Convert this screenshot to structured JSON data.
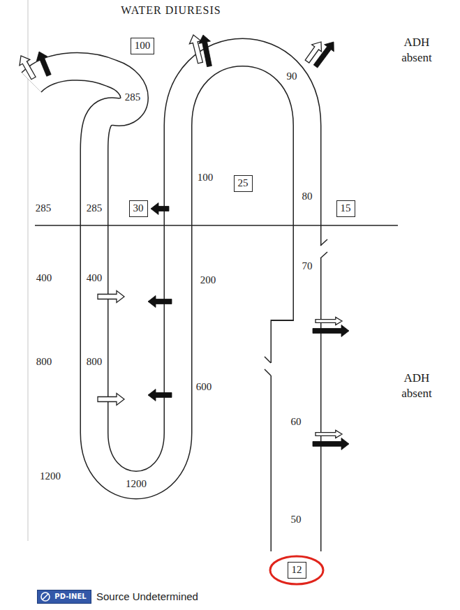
{
  "diagram": {
    "title": "WATER DIURESIS",
    "nodes": [
      {
        "text": [
          "100"
        ]
      },
      {
        "text": [
          "30"
        ]
      },
      {
        "text": [
          "25"
        ]
      },
      {
        "text": [
          "15"
        ]
      },
      {
        "text": [
          "12"
        ]
      },
      {
        "text": [
          "PD-INEL"
        ]
      }
    ],
    "labels": [
      "ADH absent",
      "285",
      "285",
      "285",
      "400",
      "400",
      "800",
      "800",
      "1200",
      "1200",
      "100",
      "200",
      "600",
      "90",
      "80",
      "70",
      "60",
      "50",
      "ADH absent",
      "Source Undetermined"
    ]
  }
}
